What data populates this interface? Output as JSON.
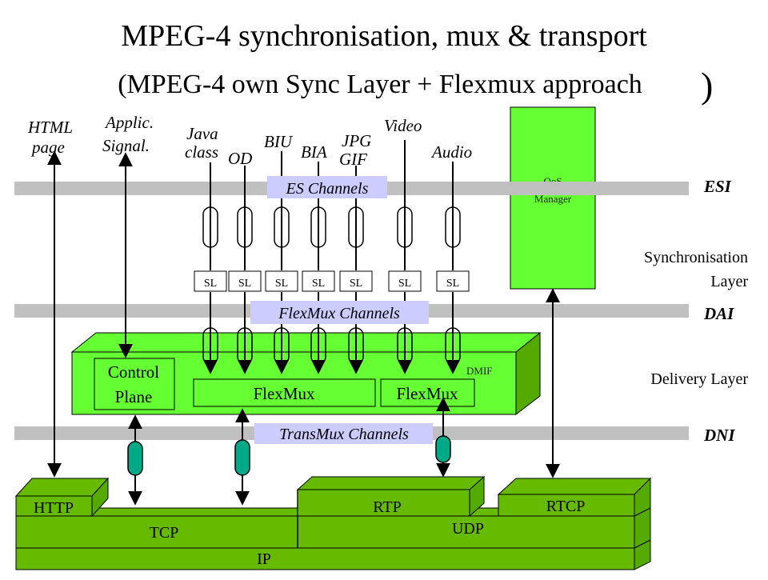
{
  "title": {
    "line1": "MPEG-4 synchronisation, mux & transport",
    "line2": "(MPEG-4 own Sync Layer + Flexmux approach",
    "line2_paren": ")"
  },
  "sources": {
    "html_line1": "HTML",
    "html_line2": "page",
    "applic_line1": "Applic.",
    "applic_line2": "Signal.",
    "java_line1": "Java",
    "java_line2": "class",
    "od": "OD",
    "biu": "BIU",
    "bia": "BIA",
    "jpg": "JPG",
    "gif": "GIF",
    "video": "Video",
    "audio": "Audio"
  },
  "qos": {
    "line1": "QoS",
    "line2": "Manager"
  },
  "interfaces": {
    "esi": "ESI",
    "dai": "DAI",
    "dni": "DNI"
  },
  "layers": {
    "sync_line1": "Synchronisation",
    "sync_line2": "Layer",
    "delivery": "Delivery Layer"
  },
  "channels": {
    "es": "ES Channels",
    "flexmux": "FlexMux Channels",
    "transmux": "TransMux Channels"
  },
  "sl_label": "SL",
  "dmif": {
    "label": "DMIF",
    "control_line1": "Control",
    "control_line2": "Plane",
    "flexmux1": "FlexMux",
    "flexmux2": "FlexMux"
  },
  "stack": {
    "http": "HTTP",
    "rtp": "RTP",
    "rtcp": "RTCP",
    "tcp": "TCP",
    "udp": "UDP",
    "ip": "IP"
  },
  "colors": {
    "bar": "#c0c0c0",
    "channel_label_bg": "#ccccff",
    "green_bright": "#66ff33",
    "green_dark": "#66bb00",
    "green_front": "#55aa00",
    "transmux_tube": "#00aa88"
  }
}
